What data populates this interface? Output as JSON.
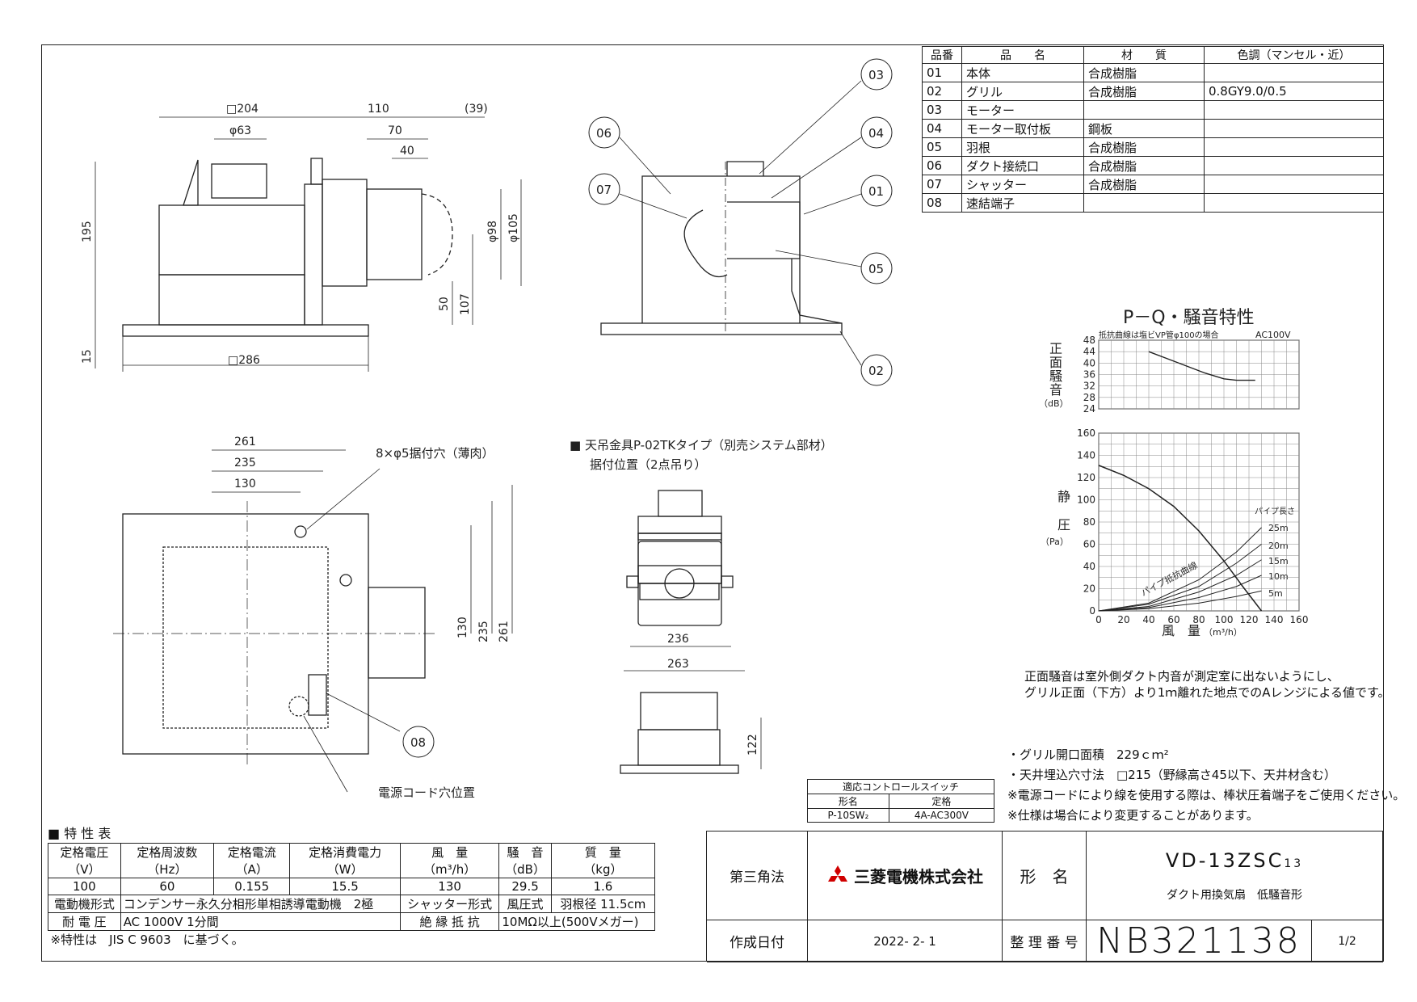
{
  "parts_table": {
    "headers": [
      "品番",
      "品　　名",
      "材　　質",
      "色調（マンセル・近）"
    ],
    "rows": [
      [
        "01",
        "本体",
        "合成樹脂",
        ""
      ],
      [
        "02",
        "グリル",
        "合成樹脂",
        "0.8GY9.0/0.5"
      ],
      [
        "03",
        "モーター",
        "",
        ""
      ],
      [
        "04",
        "モーター取付板",
        "鋼板",
        ""
      ],
      [
        "05",
        "羽根",
        "合成樹脂",
        ""
      ],
      [
        "06",
        "ダクト接続口",
        "合成樹脂",
        ""
      ],
      [
        "07",
        "シャッター",
        "合成樹脂",
        ""
      ],
      [
        "08",
        "速結端子",
        "",
        ""
      ]
    ]
  },
  "front_view": {
    "dims": [
      "□204",
      "110",
      "(39)",
      "φ63",
      "70",
      "40",
      "195",
      "φ98",
      "φ105",
      "50",
      "107",
      "15",
      "□286"
    ]
  },
  "section_view": {
    "callouts": [
      "03",
      "06",
      "04",
      "07",
      "01",
      "05",
      "02"
    ]
  },
  "bottom_view": {
    "dims": [
      "261",
      "235",
      "130",
      "130",
      "235",
      "261"
    ],
    "hole_label": "8×φ5据付穴（薄肉）",
    "callout": "08",
    "cord_label": "電源コード穴位置"
  },
  "bracket": {
    "title": "■ 天吊金具P-02TKタイプ（別売システム部材）",
    "subtitle": "据付位置（2点吊り）",
    "dims": [
      "236",
      "263",
      "122"
    ]
  },
  "pq_chart": {
    "title": "P－Q・騒音特性",
    "noise_note": "抵抗曲線は塩ビVP管φ100の場合",
    "voltage": "AC100V",
    "noise_ylabel": [
      "正",
      "面",
      "騒",
      "音"
    ],
    "noise_unit": "（dB）",
    "pressure_ylabel": [
      "静",
      "圧"
    ],
    "pressure_unit": "（Pa）",
    "xlabel": "風　量",
    "xunit": "（m³/h）",
    "pipe_label": "パイプ長さ",
    "resistance_label": "パイプ抵抗曲線",
    "pipe_lengths": [
      "25m",
      "20m",
      "15m",
      "10m",
      "5m"
    ]
  },
  "chart_data": [
    {
      "type": "line",
      "title": "",
      "xlabel": "風量",
      "ylabel": "正面騒音",
      "xlim": [
        0,
        160
      ],
      "ylim": [
        24,
        48
      ],
      "y_ticks": [
        24,
        28,
        32,
        36,
        40,
        44,
        48
      ],
      "series": [
        {
          "x": [
            40,
            55,
            70,
            85,
            100,
            110,
            125
          ],
          "y": [
            44,
            41.5,
            39,
            36.5,
            34.5,
            34,
            34
          ]
        }
      ]
    },
    {
      "type": "line",
      "title": "",
      "xlabel": "風量",
      "ylabel": "静圧",
      "xlim": [
        0,
        160
      ],
      "ylim": [
        0,
        160
      ],
      "x_ticks": [
        0,
        20,
        40,
        60,
        80,
        100,
        120,
        140,
        160
      ],
      "y_ticks": [
        0,
        20,
        40,
        60,
        80,
        100,
        120,
        140,
        160
      ],
      "grid": true,
      "series": [
        {
          "x": [
            0,
            20,
            40,
            60,
            80,
            100,
            115,
            130
          ],
          "y": [
            131,
            122,
            110,
            94,
            72,
            45,
            22,
            0
          ]
        },
        {
          "name": "25m",
          "x": [
            0,
            40,
            80,
            110,
            130
          ],
          "y": [
            0,
            7,
            28,
            53,
            75
          ]
        },
        {
          "name": "20m",
          "x": [
            0,
            40,
            80,
            110,
            130
          ],
          "y": [
            0,
            6,
            22,
            43,
            60
          ]
        },
        {
          "name": "15m",
          "x": [
            0,
            40,
            80,
            110,
            130
          ],
          "y": [
            0,
            4,
            17,
            32,
            46
          ]
        },
        {
          "name": "10m",
          "x": [
            0,
            40,
            80,
            110,
            130
          ],
          "y": [
            0,
            3,
            12,
            22,
            32
          ]
        },
        {
          "name": "5m",
          "x": [
            0,
            40,
            80,
            110,
            130
          ],
          "y": [
            0,
            2,
            7,
            13,
            18
          ]
        }
      ]
    }
  ],
  "noise_note": {
    "line1": "正面騒音は室外側ダクト内音が測定室に出ないようにし、",
    "line2": "グリル正面（下方）より1ｍ離れた地点でのAレンジによる値です。"
  },
  "notes": [
    "・グリル開口面積　229ｃｍ²",
    "・天井埋込穴寸法　□215（野縁高さ45以下、天井材含む）",
    "※電源コードにより線を使用する際は、棒状圧着端子をご使用ください。",
    "※仕様は場合により変更することがあります。"
  ],
  "switch_table": {
    "title": "適応コントロールスイッチ",
    "headers": [
      "形名",
      "定格"
    ],
    "row": [
      "P-10SW₂",
      "4A-AC300V"
    ]
  },
  "specs": {
    "title": "■ 特 性 表",
    "headers": [
      "定格電圧",
      "定格周波数",
      "定格電流",
      "定格消費電力",
      "風　量",
      "騒　音",
      "質　量"
    ],
    "units": [
      "（V）",
      "（Hz）",
      "（A）",
      "（W）",
      "（m³/h）",
      "（dB）",
      "（kg）"
    ],
    "values": [
      "100",
      "60",
      "0.155",
      "15.5",
      "130",
      "29.5",
      "1.6"
    ],
    "motor_label": "電動機形式",
    "motor_value": "コンデンサー永久分相形単相誘導電動機　2極",
    "shutter_label": "シャッター形式",
    "shutter_value": "風圧式",
    "blade_label": "羽根径",
    "blade_value": "11.5cm",
    "withstand_label": "耐 電 圧",
    "withstand_value": "AC 1000V 1分間",
    "insulation_label": "絶 縁 抵 抗",
    "insulation_value": "10MΩ以上(500Vメガー)",
    "footnote": "※特性は　JIS C 9603　に基づく。"
  },
  "title_block": {
    "projection": "第三角法",
    "company": "三菱電機株式会社",
    "model_label": "形　名",
    "model": "VD-13ZSC",
    "model_sub": "13",
    "product": "ダクト用換気扇　低騒音形",
    "date_label": "作成日付",
    "date": "2022- 2- 1",
    "number_label": "整 理 番 号",
    "number": "NB321138",
    "page": "1/2"
  },
  "colors": {
    "line": "#222222",
    "logo": "#d00000"
  }
}
